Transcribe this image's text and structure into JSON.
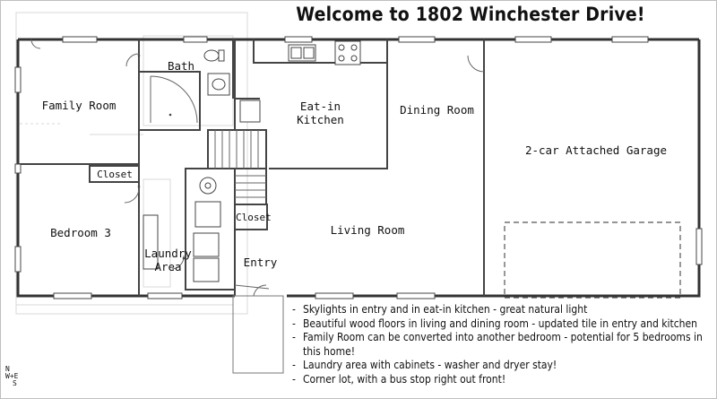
{
  "title": "Welcome to 1802 Winchester Drive!",
  "rooms": {
    "family_room": "Family Room",
    "bath": "Bath",
    "eat_in_kitchen": "Eat-in\nKitchen",
    "dining_room": "Dining Room",
    "garage": "2-car Attached Garage",
    "closet_upper": "Closet",
    "bedroom_3": "Bedroom 3",
    "closet_entry": "Closet",
    "living_room": "Living Room",
    "laundry_area": "Laundry\nArea",
    "entry": "Entry"
  },
  "notes": [
    "Skylights in entry and in eat-in kitchen - great natural light",
    "Beautiful wood floors in living and dining room - updated tile in entry and kitchen",
    "Family Room can be converted into another bedroom - potential for 5 bedrooms in this home!",
    "Laundry area with cabinets - washer and dryer stay!",
    "Corner lot, with a bus stop right out front!"
  ],
  "compass": {
    "n": "N",
    "we": "W+E",
    "s": "S"
  }
}
